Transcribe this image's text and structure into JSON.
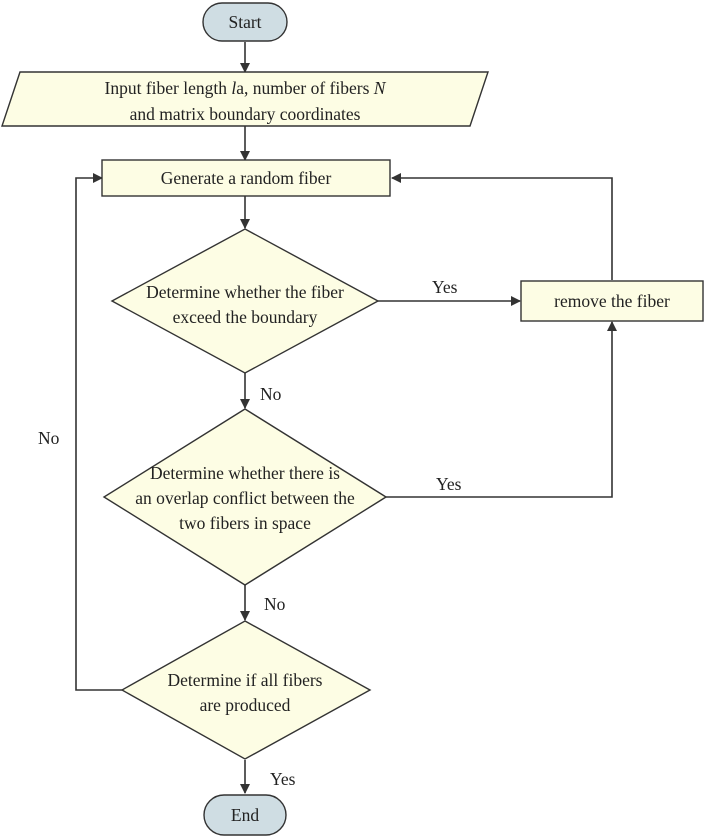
{
  "colors": {
    "terminal_fill": "#cfdde3",
    "box_fill": "#fdfde4",
    "stroke": "#333333",
    "text": "#222222"
  },
  "nodes": {
    "start": {
      "label": "Start"
    },
    "input": {
      "line1_prefix": "Input fiber length ",
      "line1_var_l": "l",
      "line1_var_a": "a",
      "line1_mid": ", number of fibers ",
      "line1_var_n": "N",
      "line2": "and matrix boundary coordinates"
    },
    "generate": {
      "label": "Generate a random fiber"
    },
    "decision_boundary": {
      "line1": "Determine whether the fiber",
      "line2": "exceed the boundary"
    },
    "remove": {
      "label": "remove the fiber"
    },
    "decision_overlap": {
      "line1": "Determine whether there is",
      "line2": "an overlap conflict between the",
      "line3": "two fibers in space"
    },
    "decision_all": {
      "line1": "Determine if all fibers",
      "line2": "are produced"
    },
    "end": {
      "label": "End"
    }
  },
  "edge_labels": {
    "boundary_yes": "Yes",
    "boundary_no": "No",
    "overlap_yes": "Yes",
    "overlap_no": "No",
    "all_no": "No",
    "all_yes": "Yes"
  }
}
